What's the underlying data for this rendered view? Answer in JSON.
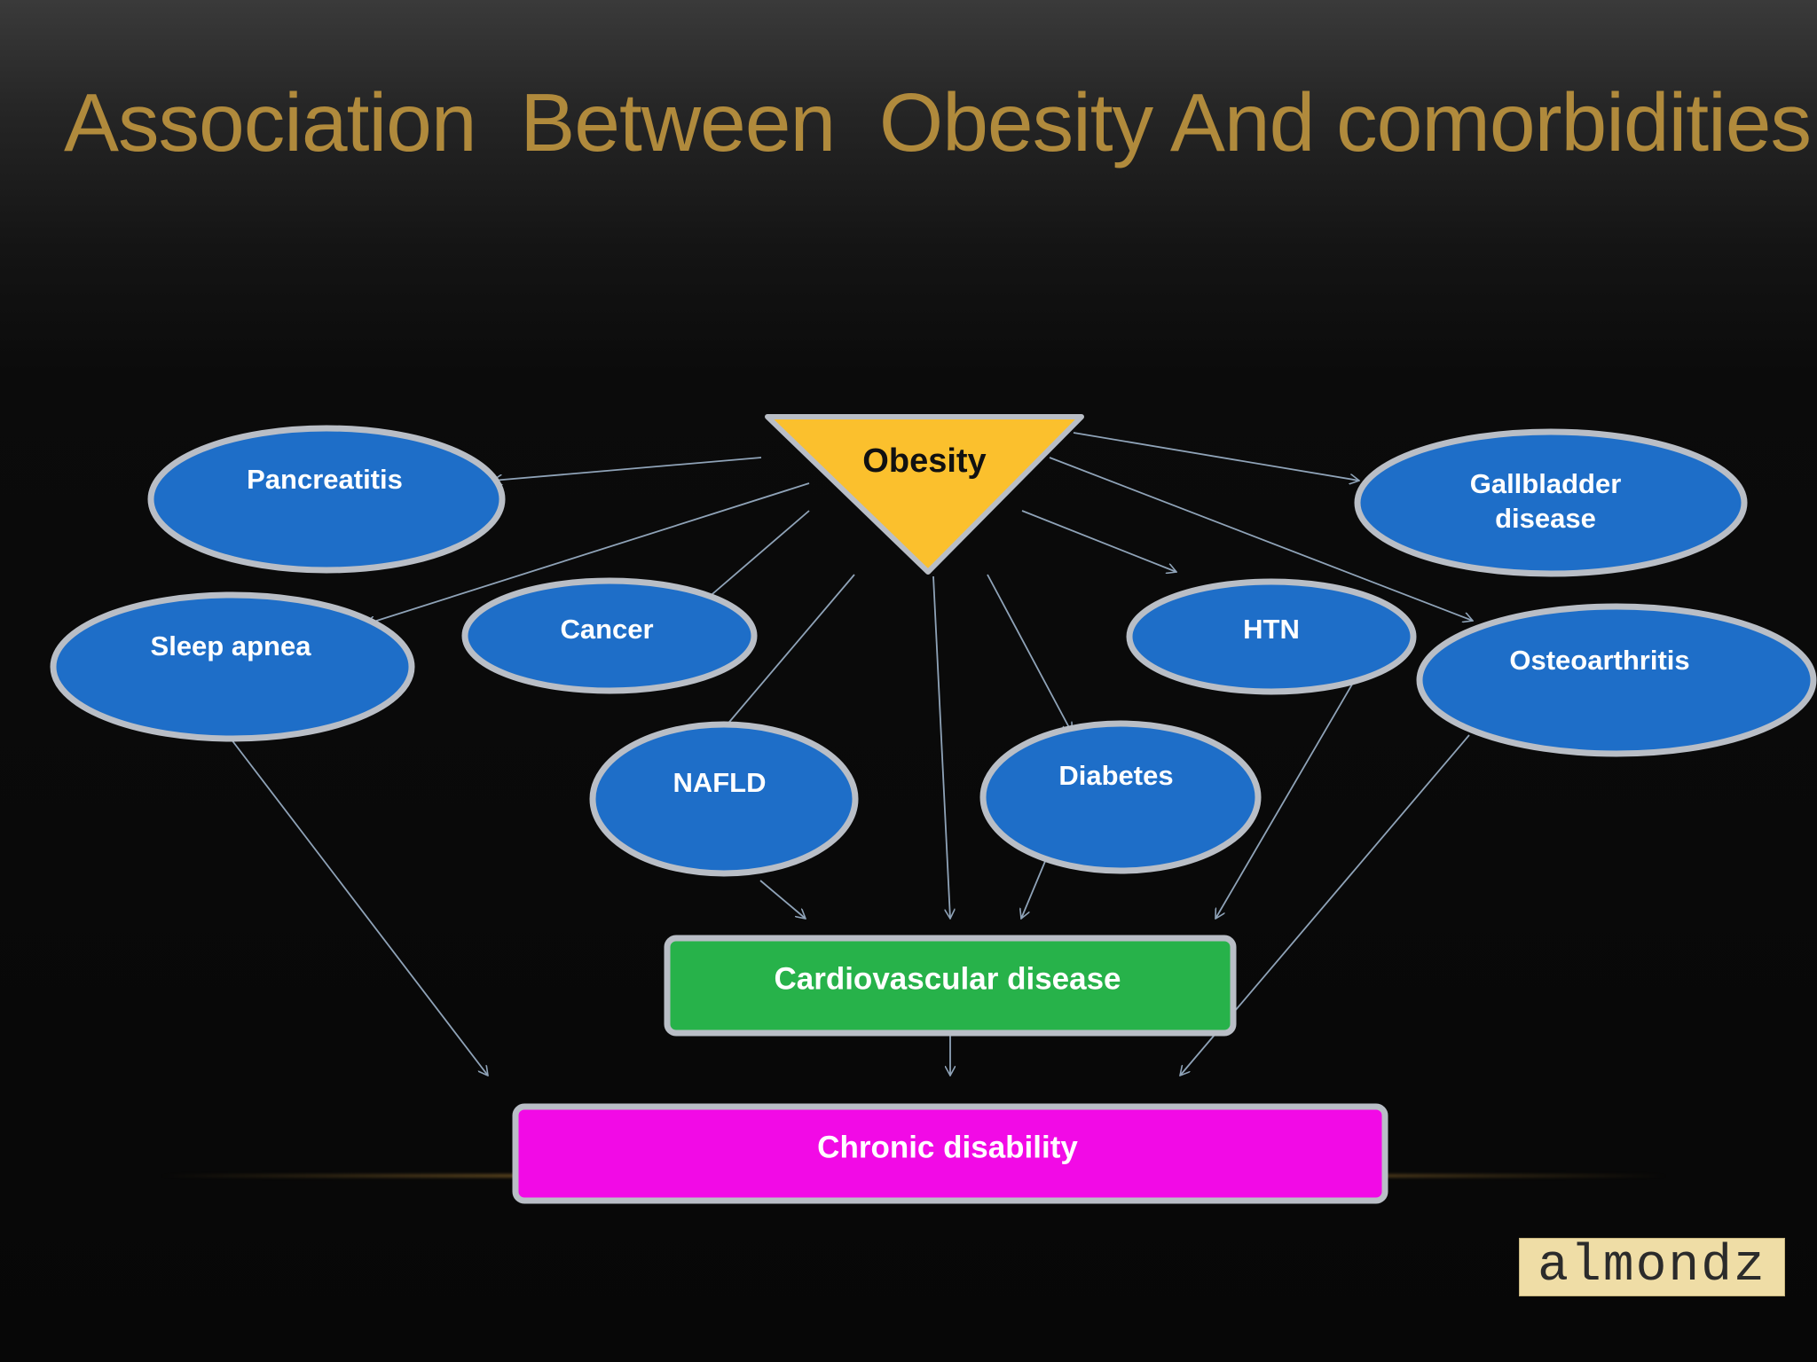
{
  "slide": {
    "title": "Association  Between  Obesity And comorbidities"
  },
  "diagram": {
    "root": {
      "label": "Obesity"
    },
    "nodes": {
      "pancreatitis": {
        "label": "Pancreatitis"
      },
      "gallbladder": {
        "label_line1": "Gallbladder",
        "label_line2": "disease"
      },
      "sleep_apnea": {
        "label": "Sleep apnea"
      },
      "cancer": {
        "label": "Cancer"
      },
      "htn": {
        "label": "HTN"
      },
      "osteoarthritis": {
        "label": "Osteoarthritis"
      },
      "nafld": {
        "label": "NAFLD"
      },
      "diabetes": {
        "label": "Diabetes"
      },
      "cardiovascular": {
        "label": "Cardiovascular disease"
      },
      "chronic": {
        "label": "Chronic disability"
      }
    },
    "edges": [
      {
        "from": "Obesity",
        "to": "Pancreatitis"
      },
      {
        "from": "Obesity",
        "to": "Gallbladder disease"
      },
      {
        "from": "Obesity",
        "to": "Sleep apnea"
      },
      {
        "from": "Obesity",
        "to": "Cancer"
      },
      {
        "from": "Obesity",
        "to": "HTN"
      },
      {
        "from": "Obesity",
        "to": "Osteoarthritis"
      },
      {
        "from": "Obesity",
        "to": "NAFLD"
      },
      {
        "from": "Obesity",
        "to": "Diabetes"
      },
      {
        "from": "Obesity",
        "to": "Cardiovascular disease"
      },
      {
        "from": "NAFLD",
        "to": "Cardiovascular disease"
      },
      {
        "from": "Diabetes",
        "to": "Cardiovascular disease"
      },
      {
        "from": "HTN",
        "to": "Cardiovascular disease"
      },
      {
        "from": "Sleep apnea",
        "to": "Chronic disability"
      },
      {
        "from": "Cardiovascular disease",
        "to": "Chronic disability"
      },
      {
        "from": "Osteoarthritis",
        "to": "Chronic disability"
      }
    ],
    "colors": {
      "root_fill": "#fbc02d",
      "ellipse_fill": "#1e6ec8",
      "ellipse_border": "#b9bec6",
      "cardiovascular_fill": "#27b24a",
      "chronic_fill": "#f20ae6",
      "arrow": "#8fa3b8",
      "title": "#b08a3c"
    }
  },
  "logo": {
    "text": "almondz"
  }
}
